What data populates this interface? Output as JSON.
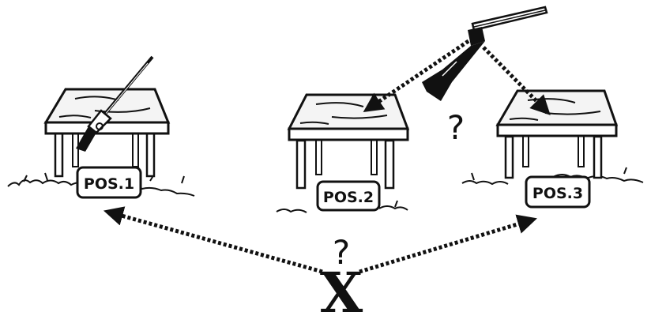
{
  "positions": [
    {
      "label": "POS.1"
    },
    {
      "label": "POS.2"
    },
    {
      "label": "POS.3"
    }
  ],
  "shooter_marker": "X",
  "question_near_shooter": "?",
  "question_near_shotgun": "?",
  "colors": {
    "ink": "#111111",
    "paper": "#ffffff",
    "wood": "#f4f4f4"
  }
}
